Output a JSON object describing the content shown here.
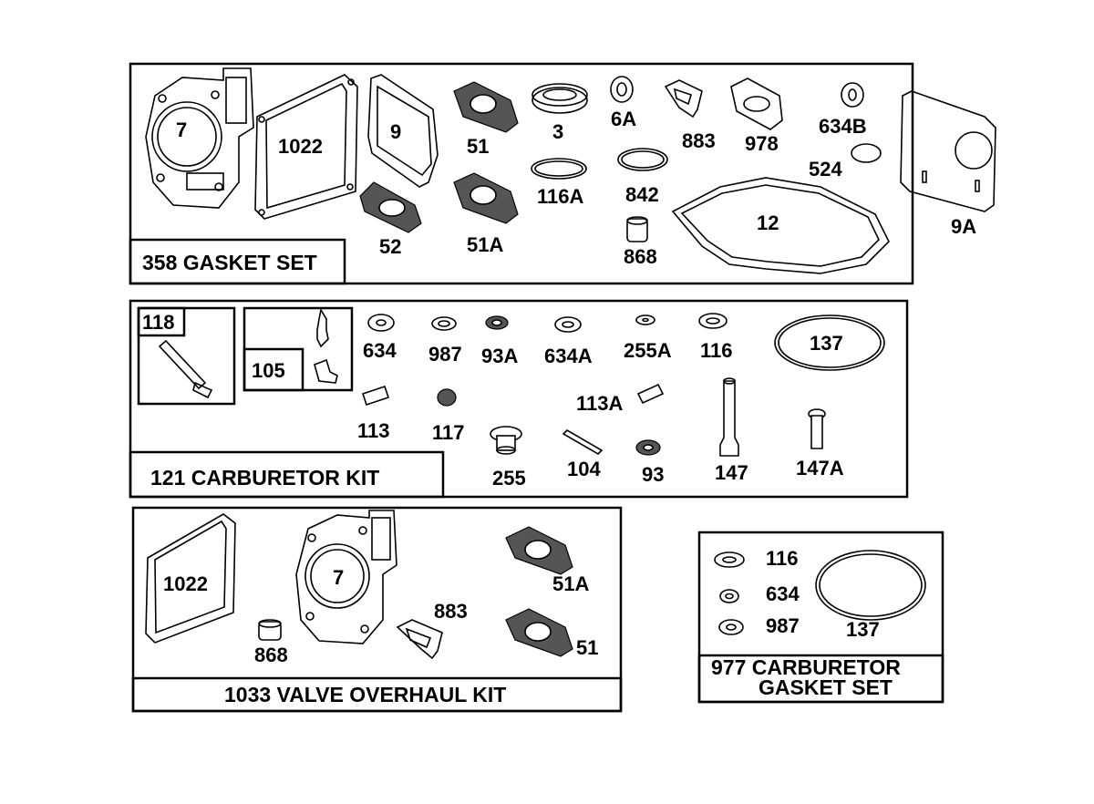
{
  "kits": {
    "gasket_set": {
      "title": "358 GASKET SET",
      "labels": {
        "p7": "7",
        "p1022": "1022",
        "p9": "9",
        "p51": "51",
        "p3": "3",
        "p6A": "6A",
        "p883": "883",
        "p978": "978",
        "p634B": "634B",
        "p524": "524",
        "p9A": "9A",
        "p116A": "116A",
        "p842": "842",
        "p12": "12",
        "p52": "52",
        "p51A": "51A",
        "p868": "868"
      }
    },
    "carburetor_kit": {
      "title": "121 CARBURETOR KIT",
      "labels": {
        "p118": "118",
        "p105": "105",
        "p634": "634",
        "p987": "987",
        "p93A": "93A",
        "p634A": "634A",
        "p255A": "255A",
        "p116": "116",
        "p137": "137",
        "p113": "113",
        "p117": "117",
        "p113A": "113A",
        "p255": "255",
        "p104": "104",
        "p93": "93",
        "p147": "147",
        "p147A": "147A"
      }
    },
    "valve_kit": {
      "title": "1033 VALVE OVERHAUL KIT",
      "labels": {
        "p1022": "1022",
        "p7": "7",
        "p883": "883",
        "p51A": "51A",
        "p51": "51",
        "p868": "868"
      }
    },
    "carb_gasket_set": {
      "title_line1": "977 CARBURETOR",
      "title_line2": "GASKET SET",
      "labels": {
        "p116": "116",
        "p634": "634",
        "p987": "987",
        "p137": "137"
      }
    }
  }
}
